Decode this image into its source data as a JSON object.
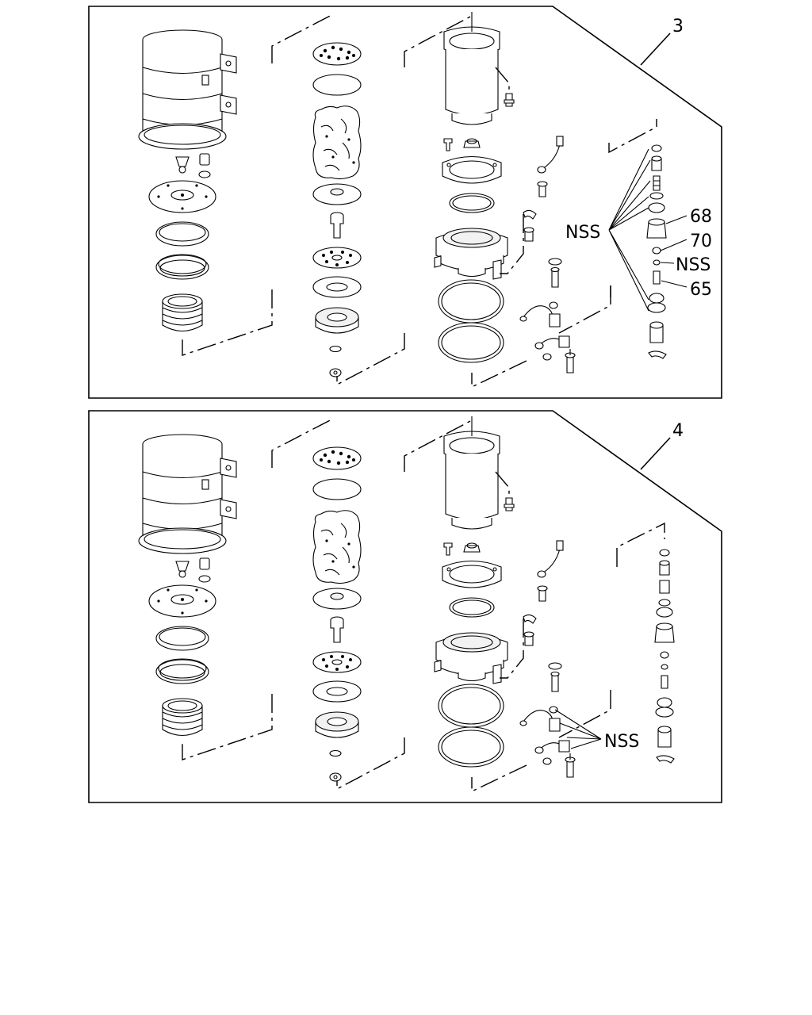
{
  "diagrams": [
    {
      "figure_number": "3",
      "callouts": {
        "nss_group": "NSS",
        "ref_68": "68",
        "ref_70": "70",
        "ref_nss": "NSS",
        "ref_65": "65"
      }
    },
    {
      "figure_number": "4",
      "callouts": {
        "nss_group": "NSS"
      }
    }
  ]
}
